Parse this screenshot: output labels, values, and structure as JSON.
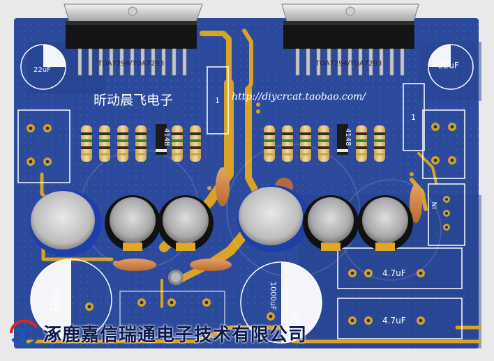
{
  "board": {
    "brand_cn": "昕动晨飞电子",
    "url": "http://diycrcat.taobao.com/",
    "chip_label_left": "TDA7294/TDA7293",
    "chip_label_right": "TDA7294/TDA7293",
    "cap_22u_left": "22uF",
    "cap_22u_right": "22uF",
    "diode_left": "4148",
    "diode_right": "4148",
    "cap_1000u_left": "1000uF",
    "cap_1000u_right": "1000uF",
    "film_cap_top_left": "4.7uF",
    "film_cap_bottom_left": "4.7uF",
    "connector_in": "IN",
    "resistor_mark_left": "1",
    "resistor_mark_right": "1"
  },
  "watermark": {
    "text": "涿鹿嘉信瑞通电子技术有限公司",
    "logo": "company-logo"
  },
  "colors": {
    "pcb_blue": "#2b4a9c",
    "trace_gold": "#d9a325",
    "pad_gold": "#d4a12a",
    "chip_black": "#151515",
    "capacitor_blue": "#1f3fa8",
    "watermark_navy": "#0e1a4e",
    "logo_red": "#d62a20"
  }
}
